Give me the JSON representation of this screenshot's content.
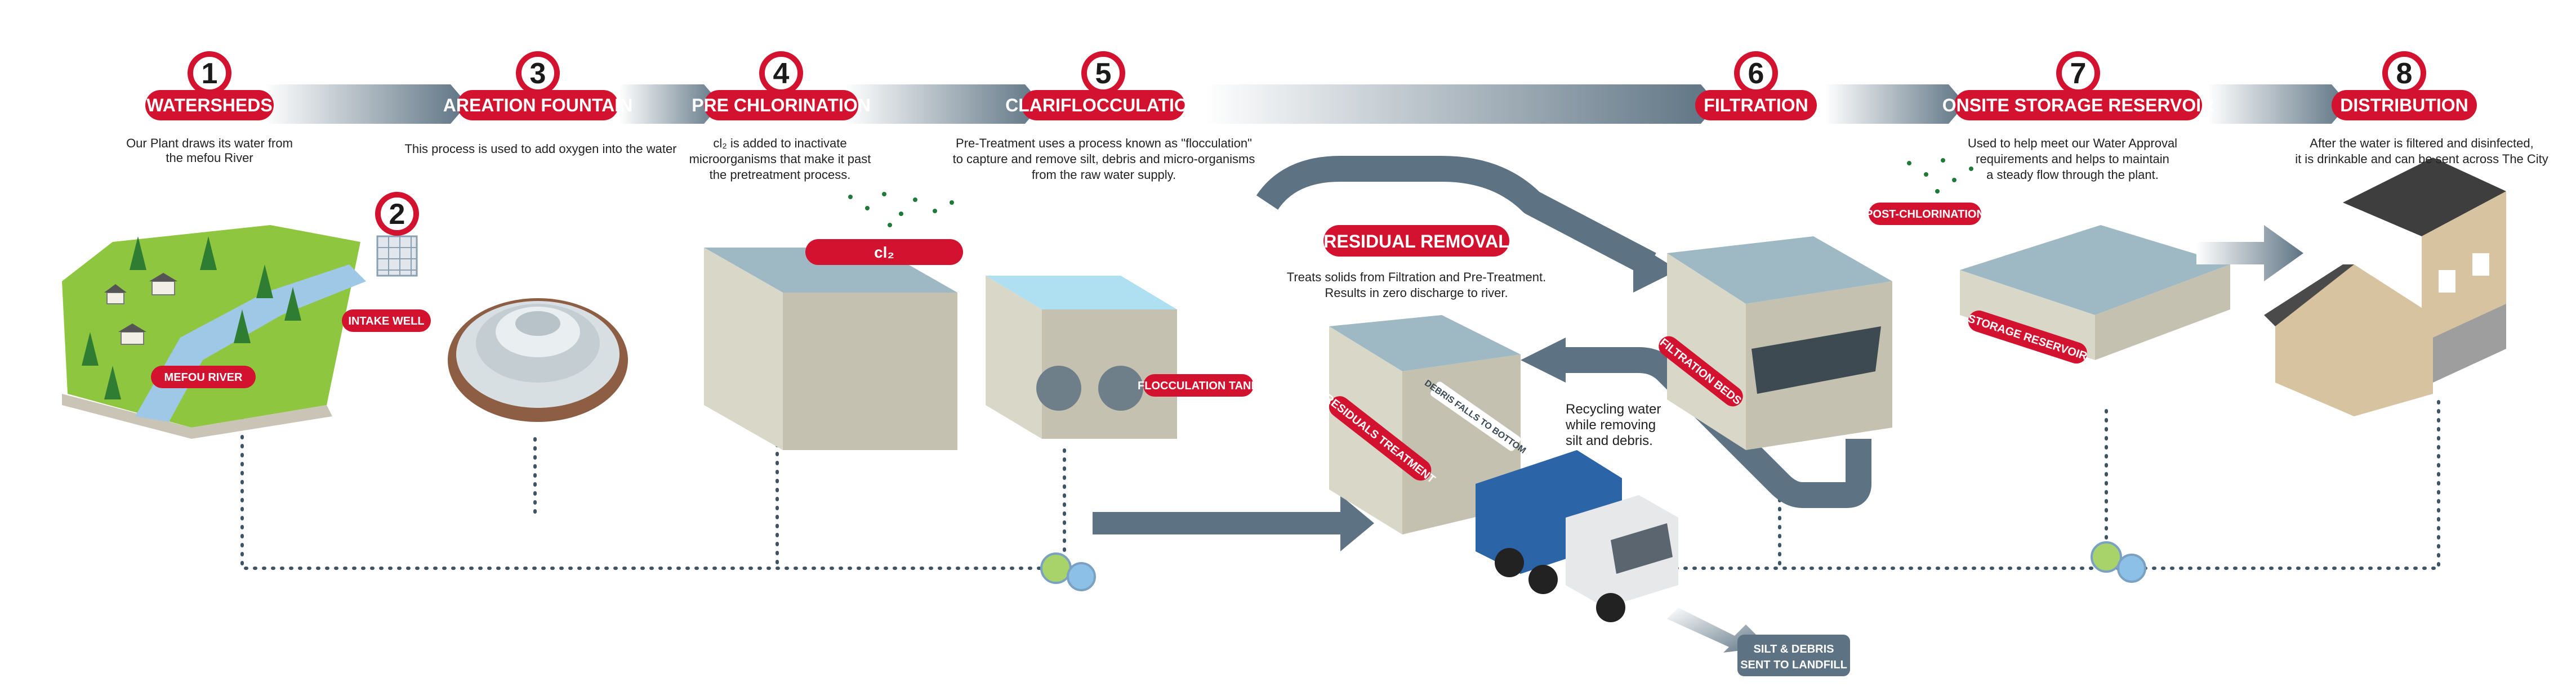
{
  "steps": [
    {
      "num": "1",
      "label": "WATERSHEDS",
      "desc": [
        "Our Plant draws its water from",
        "the mefou River"
      ]
    },
    {
      "num": "2",
      "label": "INTAKE WELL"
    },
    {
      "num": "3",
      "label": "AREATION FOUNTAIN",
      "desc": [
        "This process is used to add oxygen into the water"
      ]
    },
    {
      "num": "4",
      "label": "PRE CHLORINATION",
      "desc": [
        "cl₂ is added to inactivate",
        "microorganisms that make it past",
        "the pretreatment process."
      ]
    },
    {
      "num": "5",
      "label": "CLARIFLOCCULATION",
      "desc": [
        "Pre-Treatment uses a process known as \"flocculation\"",
        "to capture and remove silt, debris and micro-organisms",
        "from the raw water supply."
      ]
    },
    {
      "num": "6",
      "label": "FILTRATION"
    },
    {
      "num": "7",
      "label": "ONSITE STORAGE RESERVOIR",
      "desc": [
        "Used to help meet our Water Approval",
        "requirements and helps to maintain",
        "a steady flow through the plant."
      ]
    },
    {
      "num": "8",
      "label": "DISTRIBUTION",
      "desc": [
        "After the water is filtered and disinfected,",
        "it is drinkable and can be sent across The City"
      ]
    }
  ],
  "labels": {
    "mefou_river": "MEFOU RIVER",
    "cl2": "cl₂",
    "flocculation_tank": "FLOCCULATION TANK",
    "residual_removal": "RESIDUAL REMOVAL",
    "residual_desc": [
      "Treats solids from Filtration and Pre-Treatment.",
      "Results in zero discharge to river."
    ],
    "residuals_treatment": "RESIDUALS TREATMENT",
    "debris_falls": "DEBRIS FALLS TO BOTTOM",
    "recycling": [
      "Recycling water",
      "while removing",
      "silt and debris."
    ],
    "filtration_beds": "FILTRATION BEDS",
    "post_chlorination": "POST-CHLORINATION",
    "storage_reservoir": "STORAGE RESERVOIR",
    "silt_debris": [
      "SILT & DEBRIS",
      "SENT TO LANDFILL"
    ]
  },
  "colors": {
    "accent": "#d2122e",
    "arrow": "#5d7383",
    "dots": "#3d5466"
  }
}
